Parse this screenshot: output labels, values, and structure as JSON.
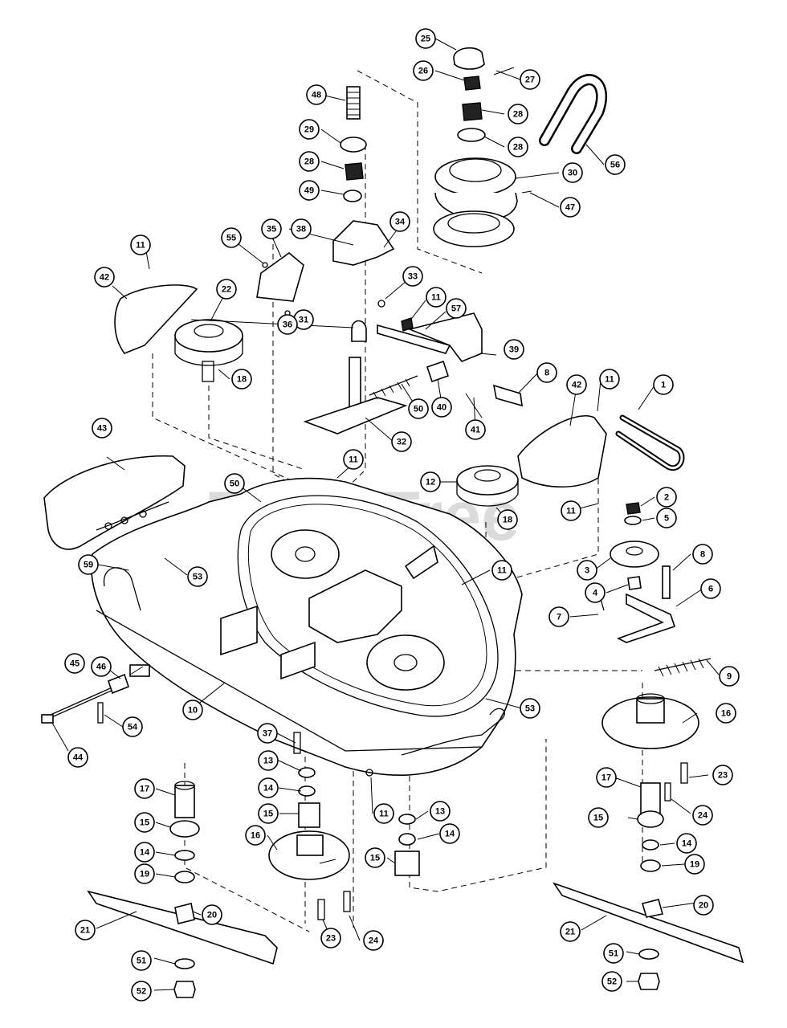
{
  "watermark": "PartsTree",
  "callouts": [
    {
      "id": "c1",
      "label": "1"
    },
    {
      "id": "c2",
      "label": "2"
    },
    {
      "id": "c3",
      "label": "3"
    },
    {
      "id": "c4",
      "label": "4"
    },
    {
      "id": "c5",
      "label": "5"
    },
    {
      "id": "c6",
      "label": "6"
    },
    {
      "id": "c7",
      "label": "7"
    },
    {
      "id": "c8a",
      "label": "8"
    },
    {
      "id": "c8b",
      "label": "8"
    },
    {
      "id": "c9",
      "label": "9"
    },
    {
      "id": "c10",
      "label": "10"
    },
    {
      "id": "c11a",
      "label": "11"
    },
    {
      "id": "c11b",
      "label": "11"
    },
    {
      "id": "c11c",
      "label": "11"
    },
    {
      "id": "c11d",
      "label": "11"
    },
    {
      "id": "c11e",
      "label": "11"
    },
    {
      "id": "c11f",
      "label": "11"
    },
    {
      "id": "c11g",
      "label": "11"
    },
    {
      "id": "c12",
      "label": "12"
    },
    {
      "id": "c13a",
      "label": "13"
    },
    {
      "id": "c13b",
      "label": "13"
    },
    {
      "id": "c14a",
      "label": "14"
    },
    {
      "id": "c14b",
      "label": "14"
    },
    {
      "id": "c14c",
      "label": "14"
    },
    {
      "id": "c14d",
      "label": "14"
    },
    {
      "id": "c15a",
      "label": "15"
    },
    {
      "id": "c15b",
      "label": "15"
    },
    {
      "id": "c15c",
      "label": "15"
    },
    {
      "id": "c15d",
      "label": "15"
    },
    {
      "id": "c16a",
      "label": "16"
    },
    {
      "id": "c16b",
      "label": "16"
    },
    {
      "id": "c17a",
      "label": "17"
    },
    {
      "id": "c17b",
      "label": "17"
    },
    {
      "id": "c18a",
      "label": "18"
    },
    {
      "id": "c18b",
      "label": "18"
    },
    {
      "id": "c19a",
      "label": "19"
    },
    {
      "id": "c19b",
      "label": "19"
    },
    {
      "id": "c20a",
      "label": "20"
    },
    {
      "id": "c20b",
      "label": "20"
    },
    {
      "id": "c21a",
      "label": "21"
    },
    {
      "id": "c21b",
      "label": "21"
    },
    {
      "id": "c22",
      "label": "22"
    },
    {
      "id": "c23a",
      "label": "23"
    },
    {
      "id": "c23b",
      "label": "23"
    },
    {
      "id": "c24a",
      "label": "24"
    },
    {
      "id": "c24b",
      "label": "24"
    },
    {
      "id": "c25",
      "label": "25"
    },
    {
      "id": "c26",
      "label": "26"
    },
    {
      "id": "c27",
      "label": "27"
    },
    {
      "id": "c28a",
      "label": "28"
    },
    {
      "id": "c28b",
      "label": "28"
    },
    {
      "id": "c28c",
      "label": "28"
    },
    {
      "id": "c29",
      "label": "29"
    },
    {
      "id": "c30",
      "label": "30"
    },
    {
      "id": "c31",
      "label": "31"
    },
    {
      "id": "c32",
      "label": "32"
    },
    {
      "id": "c33",
      "label": "33"
    },
    {
      "id": "c34",
      "label": "34"
    },
    {
      "id": "c35",
      "label": "35"
    },
    {
      "id": "c36",
      "label": "36"
    },
    {
      "id": "c37",
      "label": "37"
    },
    {
      "id": "c38",
      "label": "38"
    },
    {
      "id": "c39",
      "label": "39"
    },
    {
      "id": "c40",
      "label": "40"
    },
    {
      "id": "c41",
      "label": "41"
    },
    {
      "id": "c42a",
      "label": "42"
    },
    {
      "id": "c42b",
      "label": "42"
    },
    {
      "id": "c43",
      "label": "43"
    },
    {
      "id": "c44",
      "label": "44"
    },
    {
      "id": "c45",
      "label": "45"
    },
    {
      "id": "c46",
      "label": "46"
    },
    {
      "id": "c47",
      "label": "47"
    },
    {
      "id": "c48",
      "label": "48"
    },
    {
      "id": "c49",
      "label": "49"
    },
    {
      "id": "c50a",
      "label": "50"
    },
    {
      "id": "c50b",
      "label": "50"
    },
    {
      "id": "c51a",
      "label": "51"
    },
    {
      "id": "c51b",
      "label": "51"
    },
    {
      "id": "c52a",
      "label": "52"
    },
    {
      "id": "c52b",
      "label": "52"
    },
    {
      "id": "c53a",
      "label": "53"
    },
    {
      "id": "c53b",
      "label": "53"
    },
    {
      "id": "c54",
      "label": "54"
    },
    {
      "id": "c55",
      "label": "55"
    },
    {
      "id": "c56",
      "label": "56"
    },
    {
      "id": "c57",
      "label": "57"
    },
    {
      "id": "c59",
      "label": "59"
    }
  ]
}
